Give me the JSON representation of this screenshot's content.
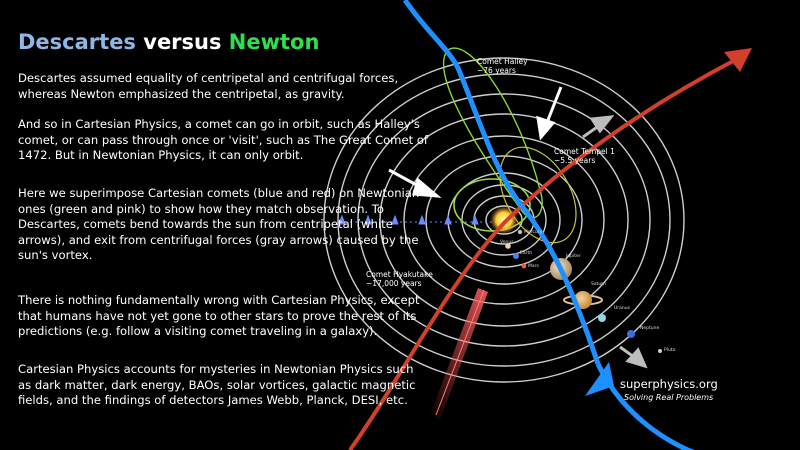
{
  "title": {
    "w1": "Descartes",
    "w2": " versus ",
    "w3": "Newton"
  },
  "paragraphs": {
    "p1": "Descartes assumed equality of centripetal and centrifugal forces, whereas Newton emphasized the centripetal, as gravity.",
    "p2": "And so in Cartesian Physics, a comet can go in orbit, such as Halley's comet, or can pass through once or 'visit', such as The Great Comet of 1472. But in Newtonian Physics, it can only orbit.",
    "p3": "Here we superimpose Cartesian comets (blue and red) on Newtonian ones (green and pink) to show how they match observation. To Descartes, comets bend towards the sun from centripetal (white arrows), and exit from centrifugal forces (gray arrows) caused by the sun's vortex.",
    "p4": "There is nothing fundamentally wrong with Cartesian Physics, except that humans have not yet gone to other stars to prove the rest of its predictions (e.g. follow a visiting comet traveling in a galaxy).",
    "p5": "Cartesian Physics accounts for mysteries in Newtonian Physics such as dark matter, dark energy, BAOs, solar vortices, galactic magnetic fields, and the findings of detectors James Webb, Planck, DESI, etc."
  },
  "diagram": {
    "comet_halley": {
      "name": "Comet Halley",
      "period": "~76 years"
    },
    "comet_tempel": {
      "name": "Comet Tempel 1",
      "period": "~5.5 years"
    },
    "comet_hyakutake": {
      "name": "Comet Hyakutake",
      "period": "~17,000 years"
    },
    "planets": [
      "Mercury",
      "Venus",
      "Earth",
      "Mars",
      "Jupiter",
      "Saturn",
      "Uranus",
      "Neptune",
      "Pluto"
    ]
  },
  "branding": {
    "site": "superphysics.org",
    "tagline": "Solving Real Problems"
  },
  "colors": {
    "background": "#000000",
    "blue_comet": "#1e90ff",
    "red_comet": "#d2402b",
    "green_orbit": "#7ed321",
    "pink_orbit": "#ff6b6b",
    "orbit_lines": "#c8c8c8",
    "title_descartes": "#8fb6e6",
    "title_newton": "#2ee04c"
  }
}
